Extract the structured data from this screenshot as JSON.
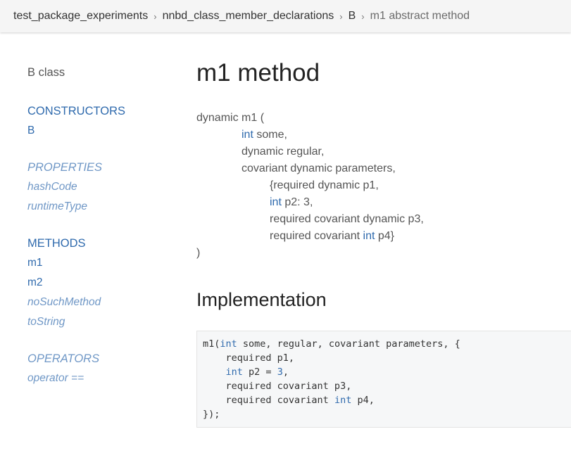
{
  "breadcrumb": {
    "items": [
      "test_package_experiments",
      "nnbd_class_member_declarations",
      "B"
    ],
    "current": "m1 abstract method",
    "separator": "›"
  },
  "sidebar": {
    "title": "B class",
    "constructors": {
      "heading": "CONSTRUCTORS",
      "items": [
        "B"
      ]
    },
    "properties": {
      "heading": "PROPERTIES",
      "items": [
        "hashCode",
        "runtimeType"
      ]
    },
    "methods": {
      "heading": "METHODS",
      "items": [
        "m1",
        "m2"
      ],
      "inherited": [
        "noSuchMethod",
        "toString"
      ]
    },
    "operators": {
      "heading": "OPERATORS",
      "items": [
        "operator =="
      ]
    }
  },
  "main": {
    "title": "m1 method",
    "signature": {
      "open": "dynamic m1 (",
      "p_some_type": "int",
      "p_some_name": " some,",
      "p_regular": "dynamic regular,",
      "p_parameters": "covariant dynamic parameters,",
      "p1": "{required dynamic p1,",
      "p2_type": "int",
      "p2_rest": " p2: 3,",
      "p3": "required covariant dynamic p3,",
      "p4_pre": "required covariant ",
      "p4_type": "int",
      "p4_rest": " p4}",
      "close": ")"
    },
    "implementation_heading": "Implementation",
    "code": {
      "l1_a": "m1(",
      "l1_kw": "int",
      "l1_b": " some, regular, covariant parameters, {",
      "l2": "    required p1,",
      "l3_indent": "    ",
      "l3_kw": "int",
      "l3_b": " p2 = ",
      "l3_num": "3",
      "l3_c": ",",
      "l4": "    required covariant p3,",
      "l5_a": "    required covariant ",
      "l5_kw": "int",
      "l5_b": " p4,",
      "l6": "});"
    }
  },
  "colors": {
    "link": "#2f6aad",
    "inherited": "#6f97c6",
    "topbar": "#f5f5f5",
    "code_bg": "#f6f7f8"
  }
}
